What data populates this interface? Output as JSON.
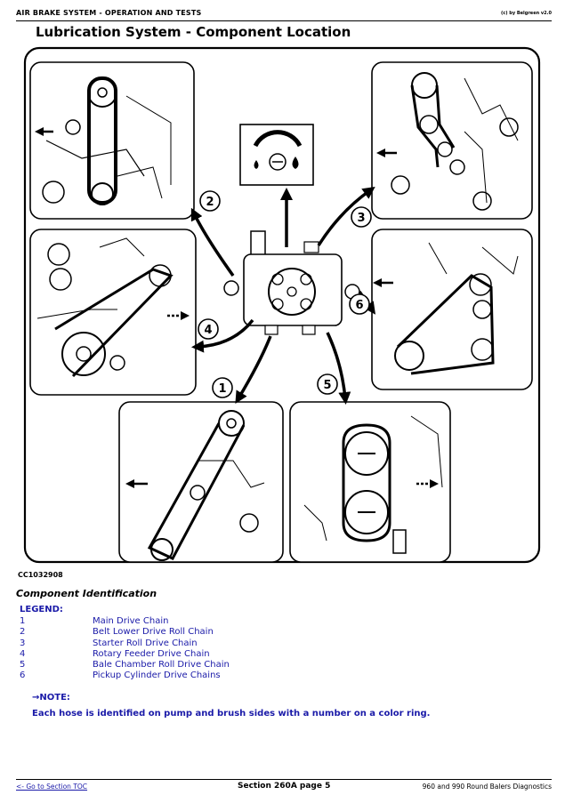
{
  "header": {
    "section_label": "AIR BRAKE SYSTEM - OPERATION AND TESTS",
    "brand": "(c) by Belgreen v2.0"
  },
  "title": "Lubrication System - Component Location",
  "figure": {
    "id": "CC1032908",
    "callouts": [
      "1",
      "2",
      "3",
      "4",
      "5",
      "6"
    ]
  },
  "component_identification": "Component Identification",
  "legend": {
    "title": "LEGEND:",
    "items": [
      {
        "num": "1",
        "label": "Main Drive Chain"
      },
      {
        "num": "2",
        "label": "Belt Lower Drive Roll Chain"
      },
      {
        "num": "3",
        "label": "Starter Roll Drive Chain"
      },
      {
        "num": "4",
        "label": "Rotary Feeder Drive Chain"
      },
      {
        "num": "5",
        "label": "Bale Chamber Roll Drive Chain"
      },
      {
        "num": "6",
        "label": "Pickup Cylinder Drive Chains"
      }
    ]
  },
  "note": {
    "title": "→NOTE:",
    "text": "Each hose is identified on pump and brush sides with a number on a color ring."
  },
  "footer": {
    "toc_link": "<- Go to Section TOC",
    "page": "Section 260A page 5",
    "doc_title": "960 and 990 Round Balers Diagnostics"
  }
}
